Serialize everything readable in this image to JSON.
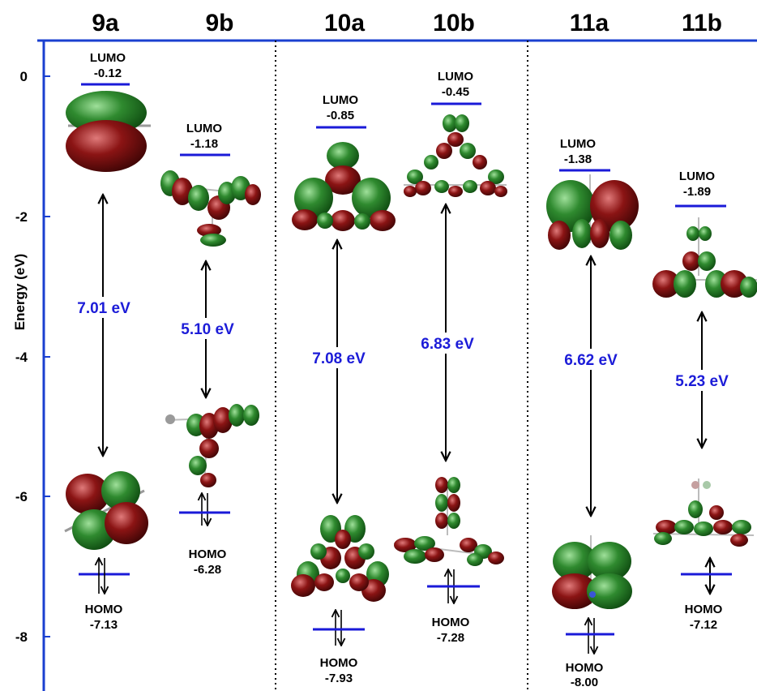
{
  "axis": {
    "label": "Energy (eV)",
    "ticks": [
      "0",
      "-2",
      "-4",
      "-6",
      "-8"
    ]
  },
  "compounds": [
    {
      "name": "9a",
      "lumo_label": "LUMO",
      "lumo_value": "-0.12",
      "homo_label": "HOMO",
      "homo_value": "-7.13",
      "gap": "7.01 eV"
    },
    {
      "name": "9b",
      "lumo_label": "LUMO",
      "lumo_value": "-1.18",
      "homo_label": "HOMO",
      "homo_value": "-6.28",
      "gap": "5.10 eV"
    },
    {
      "name": "10a",
      "lumo_label": "LUMO",
      "lumo_value": "-0.85",
      "homo_label": "HOMO",
      "homo_value": "-7.93",
      "gap": "7.08 eV"
    },
    {
      "name": "10b",
      "lumo_label": "LUMO",
      "lumo_value": "-0.45",
      "homo_label": "HOMO",
      "homo_value": "-7.28",
      "gap": "6.83 eV"
    },
    {
      "name": "11a",
      "lumo_label": "LUMO",
      "lumo_value": "-1.38",
      "homo_label": "HOMO",
      "homo_value": "-8.00",
      "gap": "6.62 eV"
    },
    {
      "name": "11b",
      "lumo_label": "LUMO",
      "lumo_value": "-1.89",
      "homo_label": "HOMO",
      "homo_value": "-7.12",
      "gap": "5.23 eV"
    }
  ],
  "colors": {
    "level_line": "#1a1ad8",
    "axis": "#1a3fd0",
    "gap_text": "#1c1cd8",
    "orbital_green": "#2f8a2f",
    "orbital_red": "#8b1414"
  }
}
